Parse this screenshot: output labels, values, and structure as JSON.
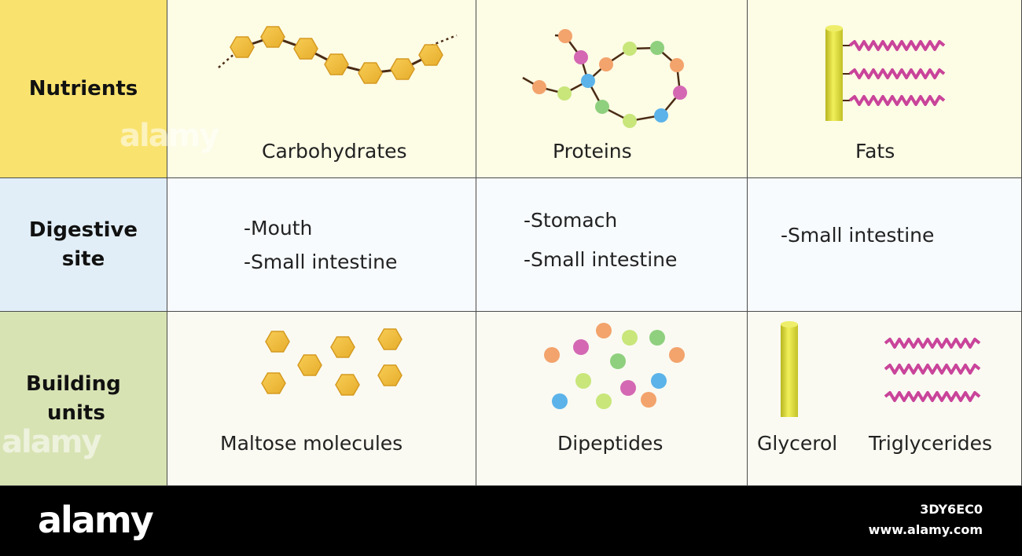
{
  "row_headers": {
    "nutrients": "Nutrients",
    "digestive_site": [
      "Digestive",
      "site"
    ],
    "building_units": [
      "Building",
      "units"
    ]
  },
  "nutrients": {
    "carbohydrates": "Carbohydrates",
    "proteins": "Proteins",
    "fats": "Fats"
  },
  "digestive_sites": {
    "carbohydrates": [
      "-Mouth",
      "-Small intestine"
    ],
    "proteins": [
      "-Stomach",
      "-Small intestine"
    ],
    "fats": [
      "-Small intestine"
    ]
  },
  "building_units": {
    "carbohydrates": "Maltose molecules",
    "proteins": "Dipeptides",
    "fats_glycerol": "Glycerol",
    "fats_triglycerides": "Triglycerides"
  },
  "footer": {
    "brand": "alamy",
    "image_id": "3DY6EC0",
    "url": "www.alamy.com"
  },
  "watermark": "alamy",
  "colors": {
    "nutrients_header": "#f9e36e",
    "digestive_header": "#e2eef7",
    "building_header": "#d8e3b4",
    "nutrients_row": "#fdfce5",
    "digestive_row": "#f7fbfe",
    "building_row": "#fafaf2",
    "hexagon": "#efb937",
    "chain": "#4a2b14",
    "glycerol": "#e2e23c",
    "fatty_acid": "#c9449a"
  },
  "icons": {
    "carbohydrates": "glucose-chain-icon",
    "proteins": "amino-acid-chain-icon",
    "fats": "triglyceride-icon",
    "maltose": "maltose-molecules-icon",
    "dipeptides": "dipeptide-beads-icon",
    "glycerol": "glycerol-cylinder-icon",
    "fatty_acids": "fatty-acid-chains-icon"
  }
}
